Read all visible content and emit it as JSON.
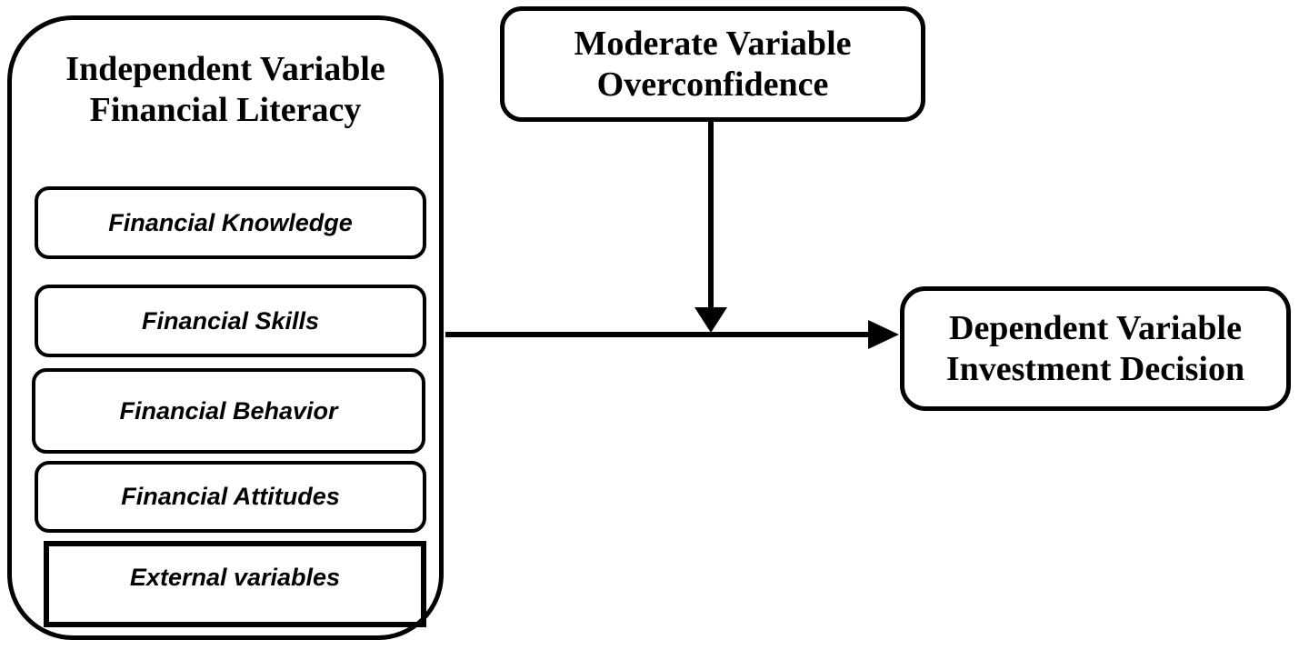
{
  "colors": {
    "stroke": "#000000",
    "background": "#ffffff"
  },
  "independent_group": {
    "title_line1": "Independent Variable",
    "title_line2": "Financial Literacy",
    "items": [
      "Financial Knowledge",
      "Financial Skills",
      "Financial Behavior",
      "Financial Attitudes",
      "External variables"
    ]
  },
  "moderator_box": {
    "line1": "Moderate Variable",
    "line2": "Overconfidence"
  },
  "dependent_box": {
    "line1": "Dependent Variable",
    "line2": "Investment Decision"
  }
}
